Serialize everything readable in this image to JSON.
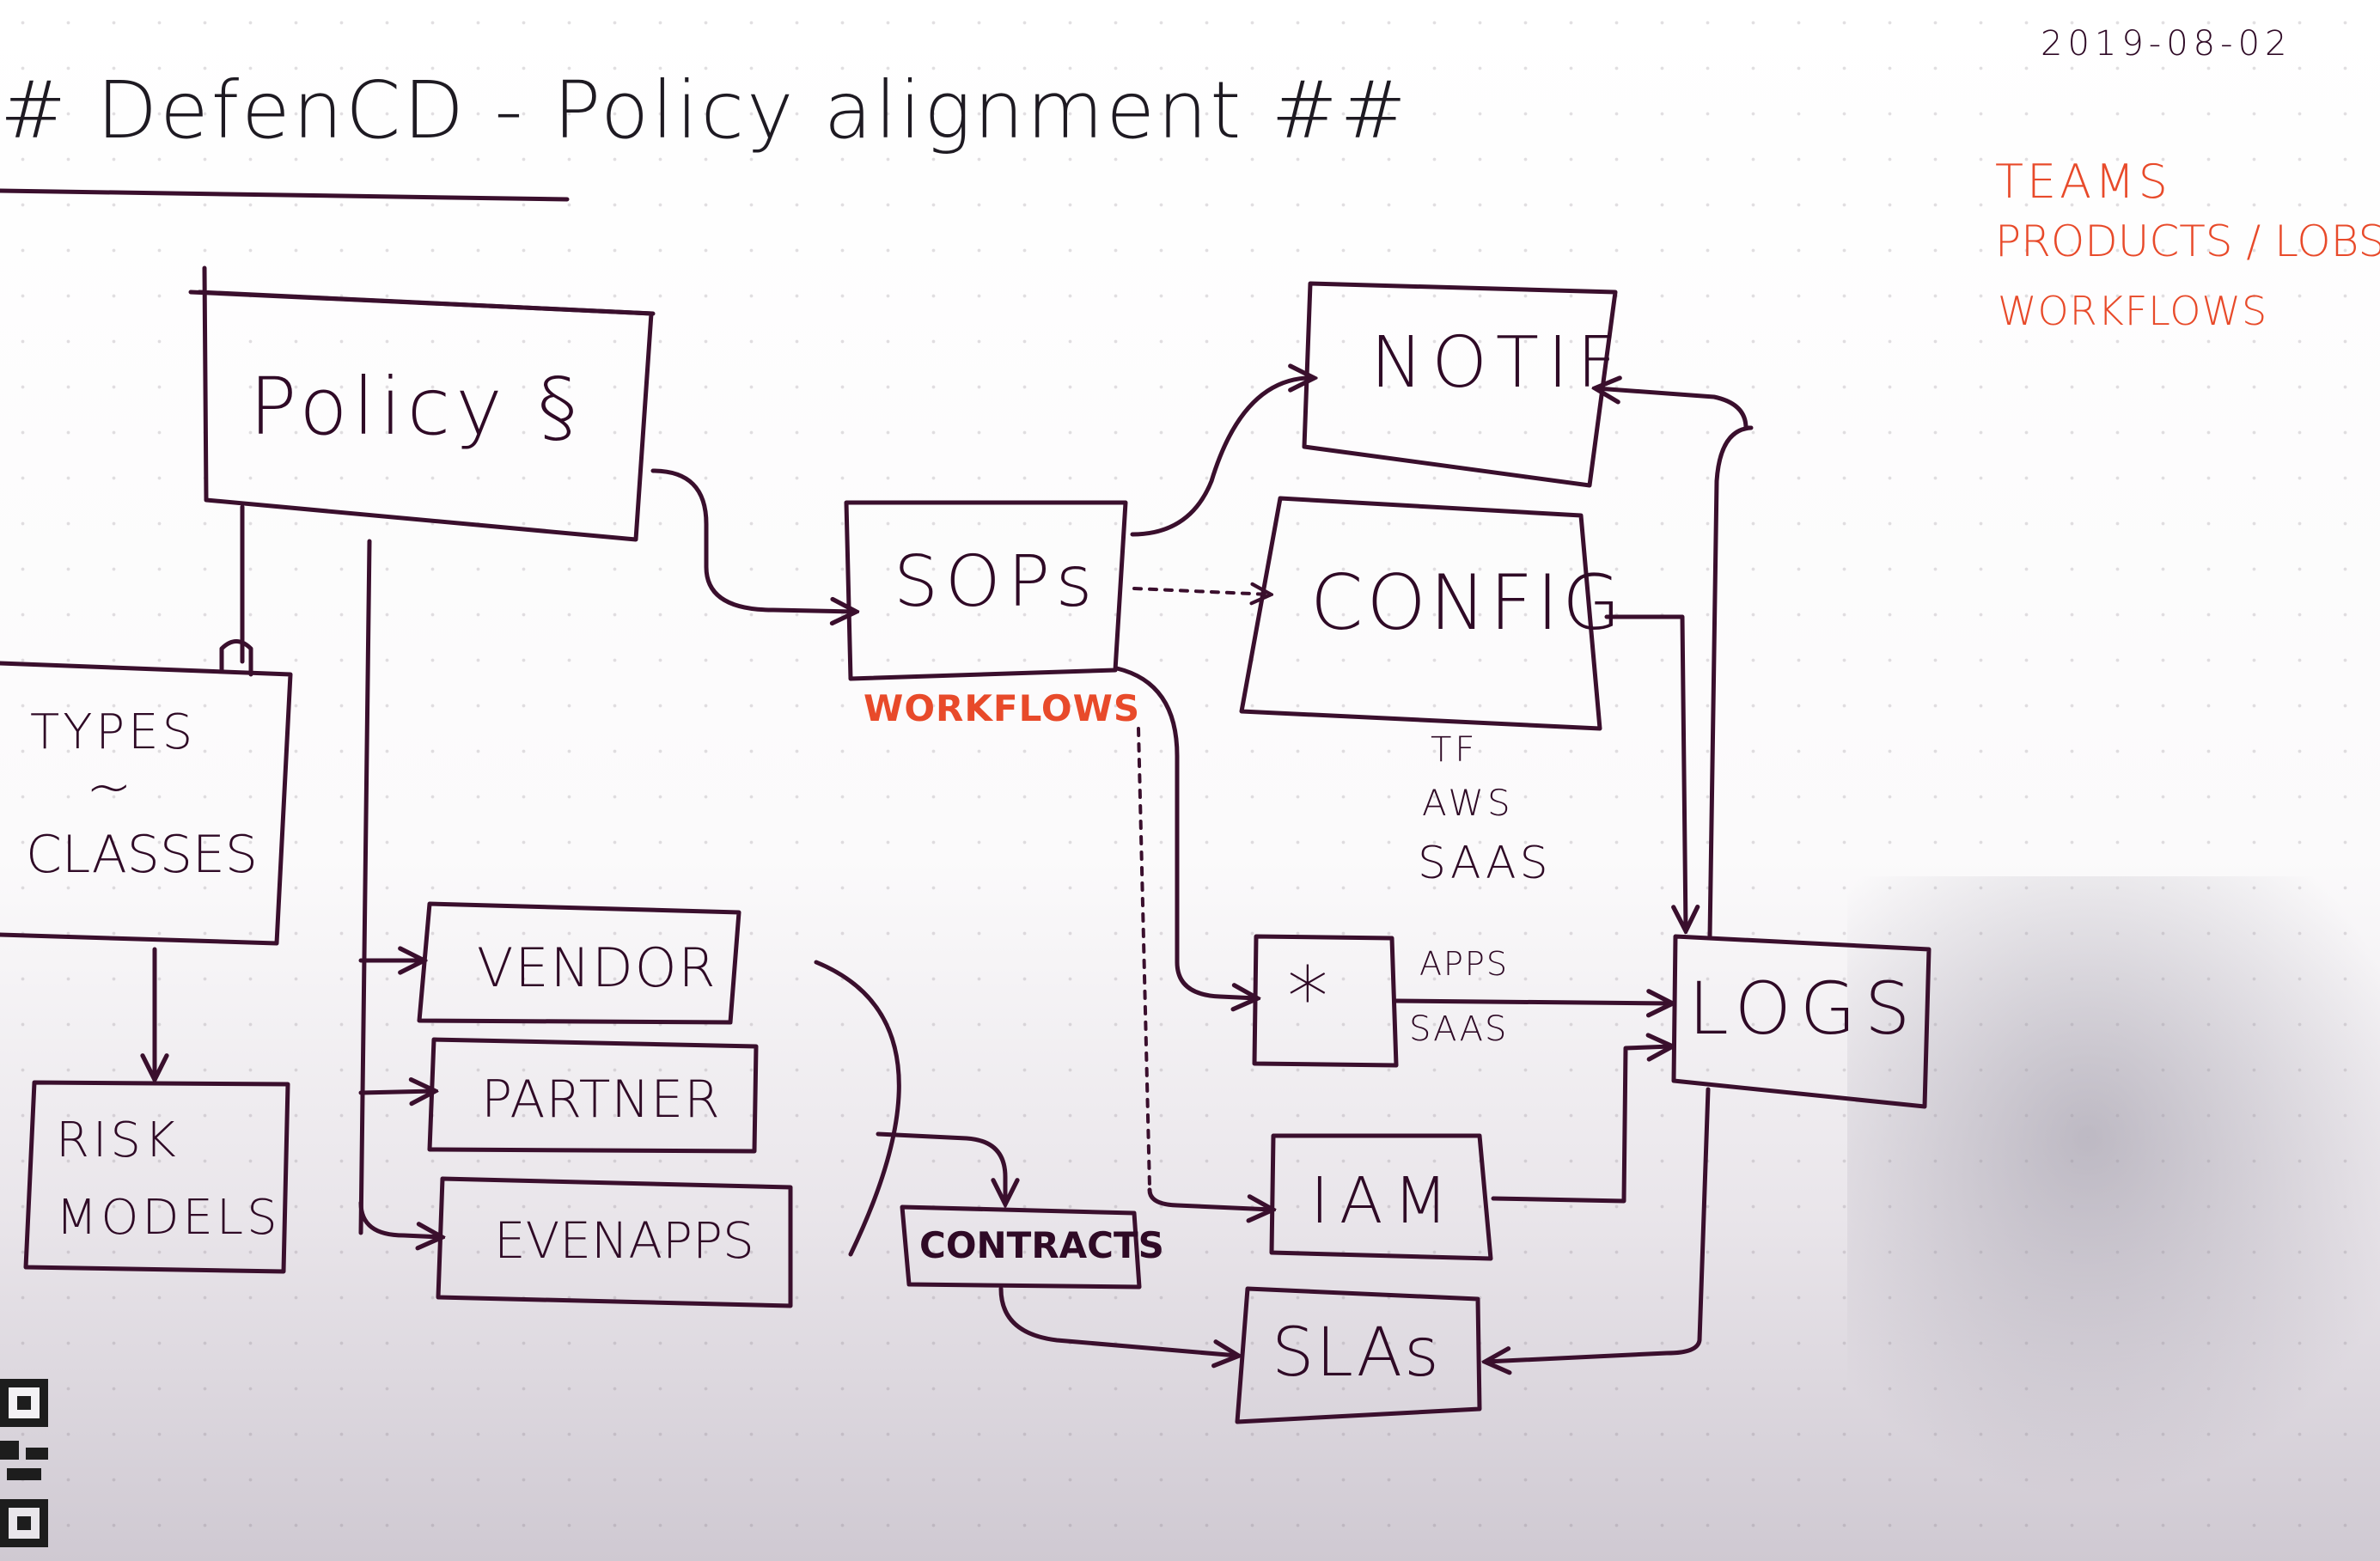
{
  "date": "2019-08-02",
  "title": "# DefenCD - Policy alignment ##",
  "legend": [
    "TEAMS",
    "PRODUCTS / LOBS",
    "WORKFLOWS"
  ],
  "nodes": {
    "policy": "Policy §",
    "types": "TYPES",
    "tilde": "~",
    "classes": "CLASSES",
    "risk_line1": "RISK",
    "risk_line2": "MODELS",
    "vendor": "VENDOR",
    "partner": "PARTNER",
    "even_apps": "EVENAPPS",
    "contracts": "CONTRACTS",
    "sops": "SOPs",
    "workflows_note": "WORKFLOWS",
    "notif": "NOTIF",
    "config": "CONFIG",
    "config_note": [
      "TF",
      "AWS",
      "SAAS"
    ],
    "star": "*",
    "star_note": [
      "APPS",
      "SAAS"
    ],
    "iam": "IAM",
    "slas": "SLAs",
    "logs": "LOGS"
  },
  "edges": [
    {
      "from": "policy",
      "to": "sops"
    },
    {
      "from": "policy",
      "to": "types"
    },
    {
      "from": "policy",
      "to": "vendor"
    },
    {
      "from": "policy",
      "to": "partner"
    },
    {
      "from": "policy",
      "to": "even_apps"
    },
    {
      "from": "types",
      "to": "risk"
    },
    {
      "from": "vendor/partner/even_apps",
      "to": "contracts"
    },
    {
      "from": "contracts",
      "to": "slas"
    },
    {
      "from": "sops",
      "to": "notif"
    },
    {
      "from": "sops",
      "to": "config"
    },
    {
      "from": "sops",
      "to": "star"
    },
    {
      "from": "sops",
      "to": "iam"
    },
    {
      "from": "config",
      "to": "logs"
    },
    {
      "from": "star",
      "to": "logs"
    },
    {
      "from": "iam",
      "to": "logs"
    },
    {
      "from": "logs",
      "to": "notif"
    },
    {
      "from": "logs",
      "to": "slas"
    }
  ],
  "colors": {
    "ink": "#3a0f2d",
    "accent": "#e84a2a",
    "paper": "#f4f1f3"
  }
}
